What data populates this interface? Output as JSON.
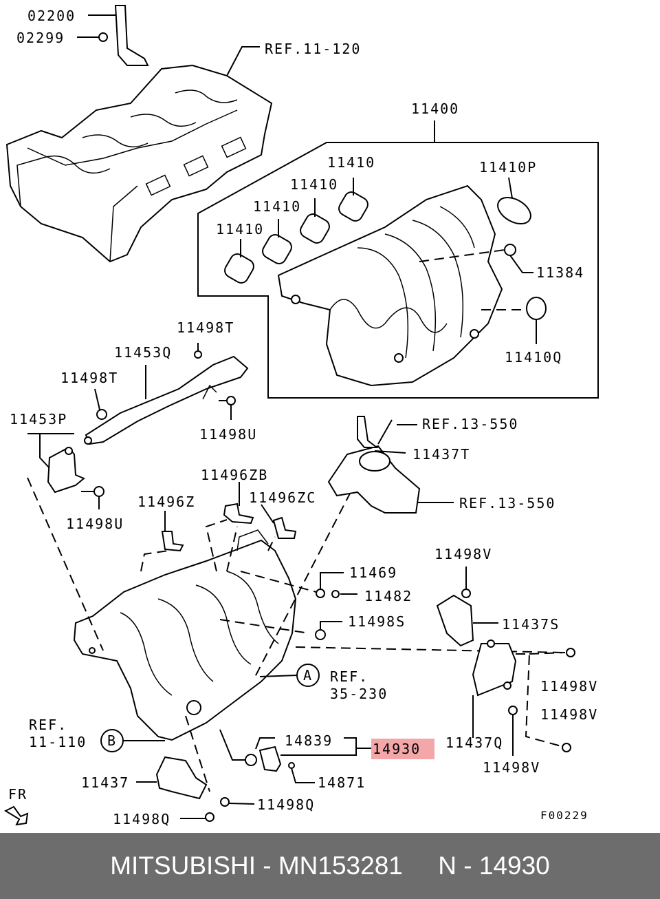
{
  "labels": {
    "p02200": "02200",
    "p02299": "02299",
    "ref11_120": "REF.11-120",
    "p11400": "11400",
    "p11410_a": "11410",
    "p11410_b": "11410",
    "p11410_c": "11410",
    "p11410_d": "11410",
    "p11410p": "11410P",
    "p11384": "11384",
    "p11410q": "11410Q",
    "p11498t_a": "11498T",
    "p11453q": "11453Q",
    "p11498t_b": "11498T",
    "p11453p": "11453P",
    "p11498u_a": "11498U",
    "p11498u_b": "11498U",
    "ref13_550_a": "REF.13-550",
    "p11437t": "11437T",
    "ref13_550_b": "REF.13-550",
    "p11496zb": "11496ZB",
    "p11496z": "11496Z",
    "p11496zc": "11496ZC",
    "p11498v_a": "11498V",
    "p11469": "11469",
    "p11482": "11482",
    "p11498s": "11498S",
    "p11437s": "11437S",
    "ref35_230_a": "REF.",
    "ref35_230_b": "35-230",
    "p11498v_b": "11498V",
    "p11498v_c": "11498V",
    "ref11_110_a": "REF.",
    "ref11_110_b": "11-110",
    "callout_a": "A",
    "callout_b": "B",
    "p14839": "14839",
    "p14930": "14930",
    "p11437q": "11437Q",
    "p14871": "14871",
    "p11498v_d": "11498V",
    "p11437": "11437",
    "p11498q_a": "11498Q",
    "p11498q_b": "11498Q",
    "fr": "FR",
    "figure_code": "F00229"
  },
  "highlight_color": "#f4a7a9",
  "footer": {
    "text": "MITSUBISHI - MN153281     N - 14930",
    "background": "#6d6d6d"
  }
}
